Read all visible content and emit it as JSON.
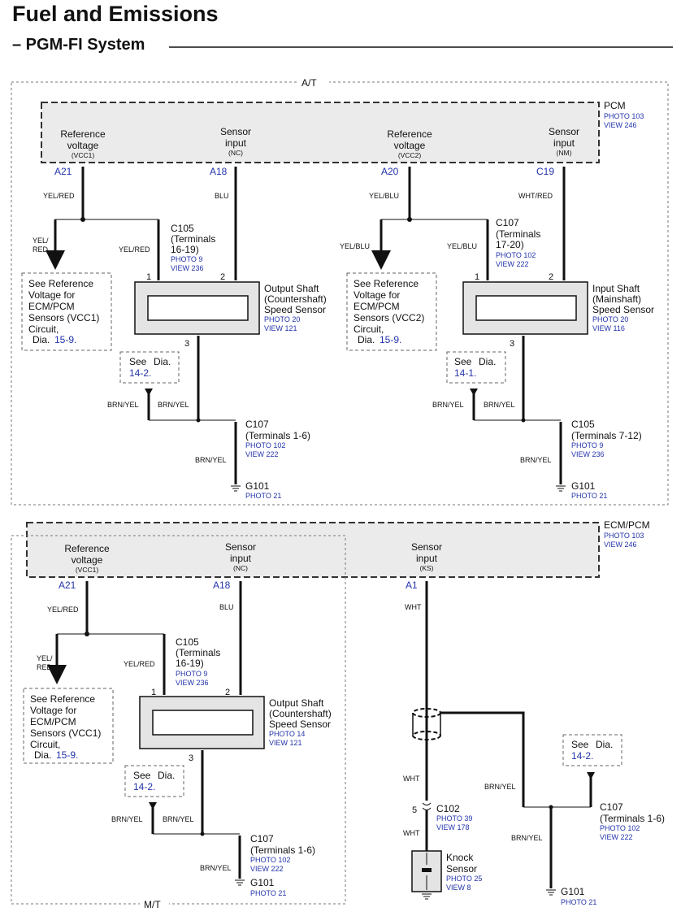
{
  "header": {
    "title": "Fuel and Emissions",
    "subtitle": "– PGM-FI System"
  },
  "top": {
    "region_label": "A/T",
    "unit": {
      "name": "PCM",
      "photo": "PHOTO 103",
      "view": "VIEW 246"
    },
    "terminals": [
      {
        "label1": "Reference",
        "label2": "voltage",
        "code": "(VCC1)",
        "pin": "A21",
        "wire": "YEL/RED"
      },
      {
        "label1": "Sensor",
        "label2": "input",
        "code": "(NC)",
        "pin": "A18",
        "wire": "BLU"
      },
      {
        "label1": "Reference",
        "label2": "voltage",
        "code": "(VCC2)",
        "pin": "A20",
        "wire": "YEL/BLU"
      },
      {
        "label1": "Sensor",
        "label2": "input",
        "code": "(NM)",
        "pin": "C19",
        "wire": "WHT/RED"
      }
    ],
    "left": {
      "arrow_wire1": "YEL/",
      "arrow_wire2": "RED",
      "branch_wire": "YEL/RED",
      "connector": {
        "name": "C105",
        "l1": "(Terminals",
        "l2": "16-19)",
        "photo": "PHOTO 9",
        "view": "VIEW 236"
      },
      "ref_note": {
        "l1": "See Reference",
        "l2": "Voltage for",
        "l3": "ECM/PCM",
        "l4": "Sensors (VCC1)",
        "l5": "Circuit,",
        "l6": "Dia.",
        "dia": "15-9."
      },
      "sensor": {
        "l1": "Output Shaft",
        "l2": "(Countershaft)",
        "l3": "Speed Sensor",
        "photo": "PHOTO 20",
        "view": "VIEW 121"
      },
      "pin1": "1",
      "pin2": "2",
      "pin3": "3",
      "see_note": {
        "see": "See",
        "dia": "Dia.",
        "ref": "14-2."
      },
      "ground_wire_a": "BRN/YEL",
      "ground_wire_b": "BRN/YEL",
      "ground_wire_c": "BRN/YEL",
      "connector2": {
        "name": "C107",
        "l1": "(Terminals 1-6)",
        "photo": "PHOTO 102",
        "view": "VIEW 222"
      },
      "ground": {
        "name": "G101",
        "photo": "PHOTO 21"
      }
    },
    "right": {
      "arrow_wire": "YEL/BLU",
      "branch_wire": "YEL/BLU",
      "connector": {
        "name": "C107",
        "l1": "(Terminals",
        "l2": "17-20)",
        "photo": "PHOTO 102",
        "view": "VIEW 222"
      },
      "ref_note": {
        "l1": "See Reference",
        "l2": "Voltage for",
        "l3": "ECM/PCM",
        "l4": "Sensors (VCC2)",
        "l5": "Circuit,",
        "l6": "Dia.",
        "dia": "15-9."
      },
      "sensor": {
        "l1": "Input Shaft",
        "l2": "(Mainshaft)",
        "l3": "Speed Sensor",
        "photo": "PHOTO 20",
        "view": "VIEW 116"
      },
      "pin1": "1",
      "pin2": "2",
      "pin3": "3",
      "see_note": {
        "see": "See",
        "dia": "Dia.",
        "ref": "14-1."
      },
      "ground_wire_a": "BRN/YEL",
      "ground_wire_b": "BRN/YEL",
      "ground_wire_c": "BRN/YEL",
      "connector2": {
        "name": "C105",
        "l1": "(Terminals 7-12)",
        "photo": "PHOTO 9",
        "view": "VIEW 236"
      },
      "ground": {
        "name": "G101",
        "photo": "PHOTO 21"
      }
    }
  },
  "bottom": {
    "region_label": "M/T",
    "unit": {
      "name": "ECM/PCM",
      "photo": "PHOTO 103",
      "view": "VIEW 246"
    },
    "terminals": [
      {
        "label1": "Reference",
        "label2": "voltage",
        "code": "(VCC1)",
        "pin": "A21",
        "wire": "YEL/RED"
      },
      {
        "label1": "Sensor",
        "label2": "input",
        "code": "(NC)",
        "pin": "A18",
        "wire": "BLU"
      },
      {
        "label1": "Sensor",
        "label2": "input",
        "code": "(KS)",
        "pin": "A1",
        "wire": "WHT"
      }
    ],
    "left": {
      "arrow_wire1": "YEL/",
      "arrow_wire2": "RED",
      "branch_wire": "YEL/RED",
      "connector": {
        "name": "C105",
        "l1": "(Terminals",
        "l2": "16-19)",
        "photo": "PHOTO 9",
        "view": "VIEW 236"
      },
      "ref_note": {
        "l1": "See Reference",
        "l2": "Voltage for",
        "l3": "ECM/PCM",
        "l4": "Sensors (VCC1)",
        "l5": "Circuit,",
        "l6": "Dia.",
        "dia": "15-9."
      },
      "sensor": {
        "l1": "Output Shaft",
        "l2": "(Countershaft)",
        "l3": "Speed Sensor",
        "photo": "PHOTO 14",
        "view": "VIEW 121"
      },
      "pin1": "1",
      "pin2": "2",
      "pin3": "3",
      "see_note": {
        "see": "See",
        "dia": "Dia.",
        "ref": "14-2."
      },
      "ground_wire_a": "BRN/YEL",
      "ground_wire_b": "BRN/YEL",
      "ground_wire_c": "BRN/YEL",
      "connector2": {
        "name": "C107",
        "l1": "(Terminals 1-6)",
        "photo": "PHOTO 102",
        "view": "VIEW 222"
      },
      "ground": {
        "name": "G101",
        "photo": "PHOTO 21"
      }
    },
    "knock": {
      "wire_below_shield": "WHT",
      "wire_to_sensor": "WHT",
      "pin": "5",
      "connector": {
        "name": "C102",
        "photo": "PHOTO 39",
        "view": "VIEW 178"
      },
      "sensor": {
        "l1": "Knock",
        "l2": "Sensor",
        "photo": "PHOTO 25",
        "view": "VIEW 8"
      },
      "shield_wire": "BRN/YEL",
      "ground_wire": "BRN/YEL",
      "see_note": {
        "see": "See",
        "dia": "Dia.",
        "ref": "14-2."
      },
      "connector2": {
        "name": "C107",
        "l1": "(Terminals 1-6)",
        "photo": "PHOTO 102",
        "view": "VIEW 222"
      },
      "ground": {
        "name": "G101",
        "photo": "PHOTO 21"
      }
    }
  }
}
